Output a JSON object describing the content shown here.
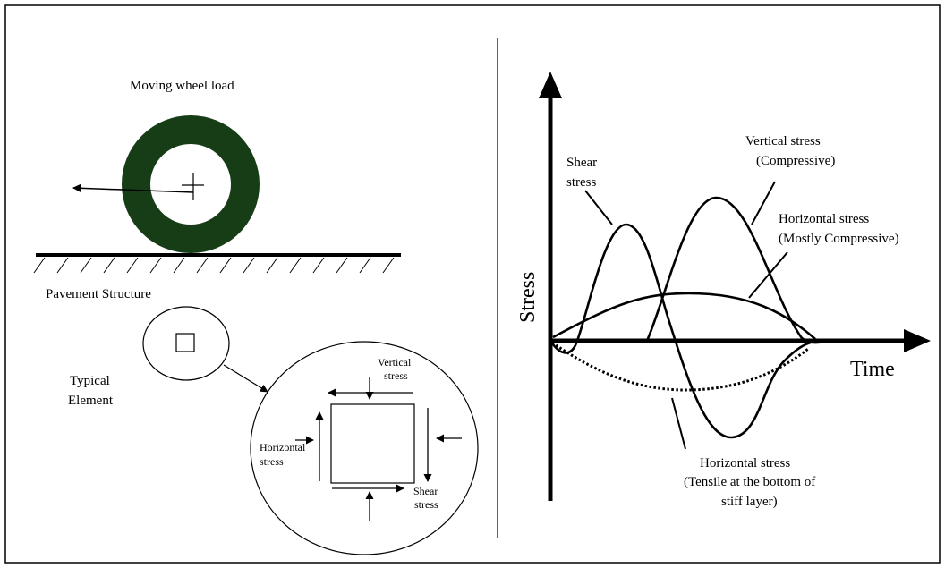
{
  "left_panel": {
    "wheel_label": "Moving wheel load",
    "pavement_label": "Pavement Structure",
    "element_label_line1": "Typical",
    "element_label_line2": "Element",
    "wheel_color": "#173d17",
    "element_stresses": {
      "vertical": [
        "Vertical",
        "stress"
      ],
      "horizontal": [
        "Horizontal",
        "stress"
      ],
      "shear": [
        "Shear",
        "stress"
      ]
    }
  },
  "right_panel": {
    "y_axis_label": "Stress",
    "x_axis_label": "Time",
    "curves": {
      "shear": [
        "Shear",
        "stress"
      ],
      "vertical": [
        "Vertical stress",
        "(Compressive)"
      ],
      "horizontal_compressive": [
        "Horizontal stress",
        "(Mostly Compressive)"
      ],
      "horizontal_tensile": [
        "Horizontal stress",
        "(Tensile at the bottom of",
        "stiff layer)"
      ]
    }
  }
}
